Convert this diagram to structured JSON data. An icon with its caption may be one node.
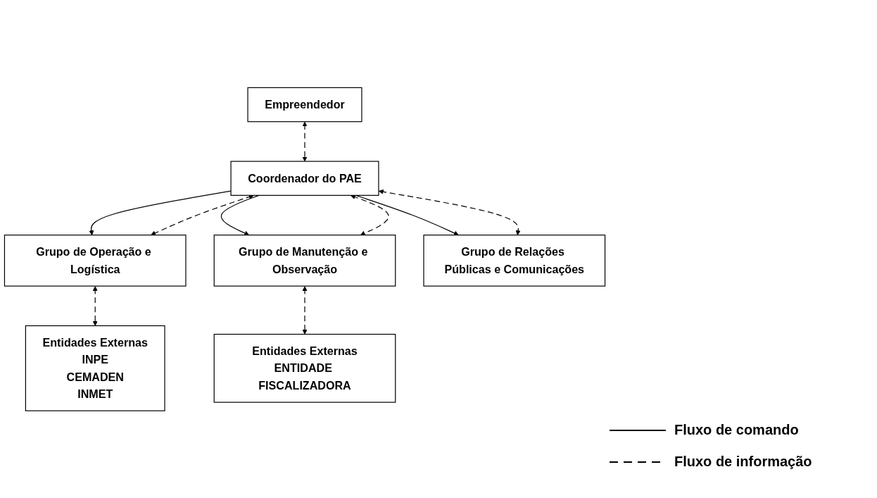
{
  "diagram": {
    "nodes": [
      {
        "text": [
          "Empreendedor"
        ]
      },
      {
        "text": [
          "Coordenador do PAE"
        ]
      },
      {
        "text": [
          "Grupo de Operação e Logística"
        ]
      },
      {
        "text": [
          "Grupo de Manutenção e Observação"
        ]
      },
      {
        "text": [
          "Grupo de Relações Públicas e Comunicações"
        ]
      },
      {
        "text": [
          "Entidades Externas",
          "INPE",
          "CEMADEN",
          "INMET"
        ]
      },
      {
        "text": [
          "Entidades Externas",
          "ENTIDADE FISCALIZADORA"
        ]
      }
    ],
    "edges": [
      {
        "from": 0,
        "to": 1,
        "arrow": "both",
        "style": "dashed"
      },
      {
        "from": 1,
        "to": 2,
        "arrow": "to"
      },
      {
        "from": 1,
        "to": 3,
        "arrow": "to"
      },
      {
        "from": 1,
        "to": 4,
        "arrow": "to"
      },
      {
        "from": 1,
        "to": 2,
        "arrow": "both",
        "style": "dashed"
      },
      {
        "from": 1,
        "to": 3,
        "arrow": "both",
        "style": "dashed"
      },
      {
        "from": 1,
        "to": 4,
        "arrow": "both",
        "style": "dashed"
      },
      {
        "from": 2,
        "to": 5,
        "arrow": "both",
        "style": "dashed"
      },
      {
        "from": 3,
        "to": 6,
        "arrow": "both",
        "style": "dashed"
      }
    ],
    "legend": [
      {
        "text": "Fluxo de comando"
      },
      {
        "text": "Fluxo de informação"
      }
    ]
  }
}
